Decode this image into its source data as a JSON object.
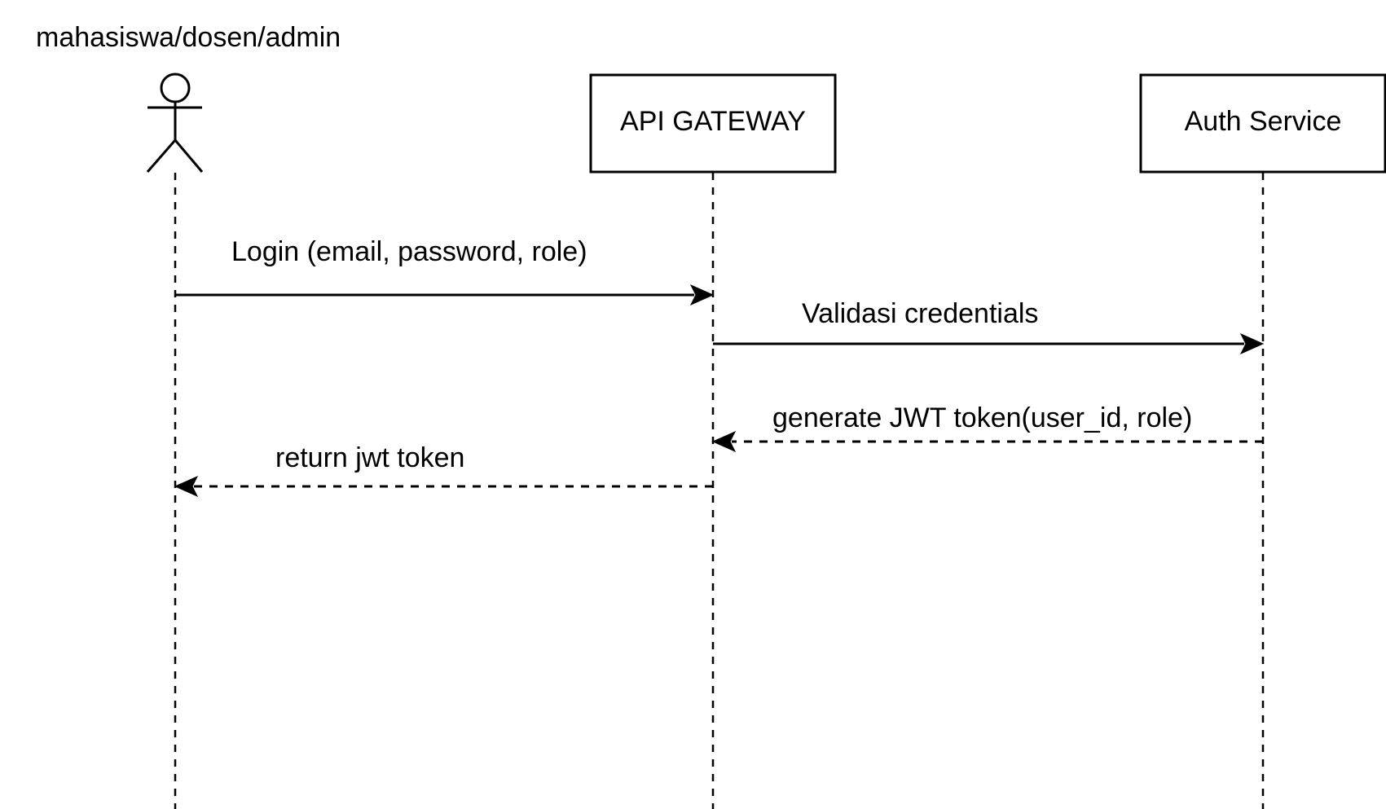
{
  "diagram": {
    "type": "sequence",
    "participants": [
      {
        "id": "user",
        "kind": "actor",
        "label": "mahasiswa/dosen/admin"
      },
      {
        "id": "gateway",
        "kind": "box",
        "label": "API GATEWAY"
      },
      {
        "id": "auth",
        "kind": "box",
        "label": "Auth Service"
      }
    ],
    "messages": [
      {
        "from": "user",
        "to": "gateway",
        "style": "sync",
        "label": "Login (email, password, role)"
      },
      {
        "from": "gateway",
        "to": "auth",
        "style": "sync",
        "label": "Validasi credentials"
      },
      {
        "from": "auth",
        "to": "gateway",
        "style": "reply",
        "label": "generate JWT token(user_id, role)"
      },
      {
        "from": "gateway",
        "to": "user",
        "style": "reply",
        "label": "return jwt token"
      }
    ]
  }
}
